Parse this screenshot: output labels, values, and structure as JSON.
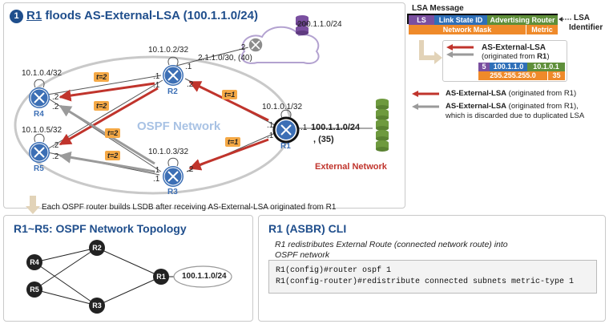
{
  "top": {
    "step_number": "1",
    "title_r1": "R1",
    "title_rest": " floods AS-External-LSA (100.1.1.0/24)",
    "ospf_network": "OSPF Network",
    "external_network": "External Network",
    "external_prefix": "200.1.1.0/24",
    "link_r2_ext": "2.1.1.0/30, (40)",
    "dest_prefix": "100.1.1.0/24",
    "dest_metric": ", (35)",
    "caption": "Each OSPF router builds LSDB after receiving AS-External-LSA originated from R1",
    "routers": [
      {
        "id": "R1",
        "ip": "10.1.0.1/32"
      },
      {
        "id": "R2",
        "ip": "10.1.0.2/32"
      },
      {
        "id": "R3",
        "ip": "10.1.0.3/32"
      },
      {
        "id": "R4",
        "ip": "10.1.0.4/32"
      },
      {
        "id": "R5",
        "ip": "10.1.0.5/32"
      }
    ],
    "ports": {
      "r2_ext": ".2",
      "ext_r2": ".1",
      "r2_a": ".1",
      "r2_b": ".1",
      "r2_c": ".2",
      "r1_a": ".1",
      "r1_b": ".1",
      "r1_c": ".1",
      "r3_a": ".1",
      "r3_b": ".1",
      "r3_c": ".2",
      "r4_a": ".2",
      "r4_b": ".2",
      "r5_a": ".2",
      "r5_b": ".2"
    },
    "tags": [
      "t=2",
      "t=1",
      "t=2",
      "t=2",
      "t=2",
      "t=1"
    ]
  },
  "legend": {
    "title": "LSA Message",
    "fields": [
      "LS Type",
      "Link State ID",
      "Advertising Router"
    ],
    "fields2": [
      "Network Mask",
      "Metric"
    ],
    "identifier_line1": "LSA",
    "identifier_line2": "Identifier",
    "example_title": "AS-External-LSA",
    "example_sub": "(originated from ",
    "example_r1": "R1",
    "example_close": ")",
    "example_values": [
      "5",
      "100.1.1.0",
      "10.1.0.1"
    ],
    "example_values2": [
      "255.255.255.0",
      "35"
    ],
    "item1_bold": "AS-External-LSA",
    "item1_rest": " (originated from R1)",
    "item2_bold": "AS-External-LSA",
    "item2_rest": " (originated from R1),",
    "item2_line2": "which is discarded due to duplicated LSA"
  },
  "topology": {
    "title": "R1~R5: OSPF Network Topology",
    "nodes": [
      "R1",
      "R2",
      "R3",
      "R4",
      "R5"
    ],
    "external": "100.1.1.0/24"
  },
  "cli": {
    "title": "R1 (ASBR) CLI",
    "desc_line1": "R1 redistributes External Route (connected network route) into",
    "desc_line2": "OSPF network",
    "line1": "R1(config)#router ospf 1",
    "line2": "R1(config-router)#redistribute connected subnets metric-type 1"
  },
  "colors": {
    "title_blue": "#1f4e8c",
    "lsa_red": "#c0342c",
    "lsa_gray": "#9a9a9a",
    "tag_orange": "#f5a946",
    "ls_type": "#7a4fa0",
    "link_state_id": "#2e6fb8",
    "adv_router": "#5f8f3a",
    "mask_row": "#ef8a2a"
  }
}
